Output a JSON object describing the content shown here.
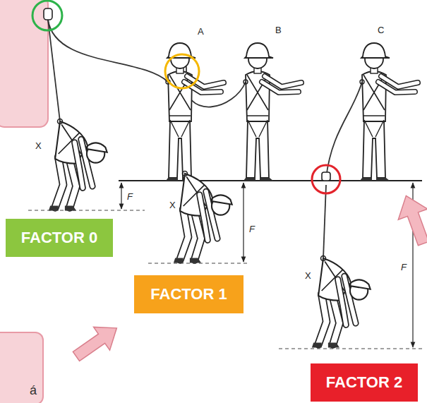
{
  "diagram": {
    "nodes": [
      {
        "text": [
          "FACTOR 0"
        ]
      },
      {
        "text": [
          "FACTOR 1"
        ]
      },
      {
        "text": [
          "á"
        ]
      },
      {
        "text": [
          "FACTOR 2"
        ]
      }
    ],
    "labels": [
      "A",
      "B",
      "C",
      "X",
      "X",
      "X",
      "F",
      "F",
      "F"
    ]
  }
}
